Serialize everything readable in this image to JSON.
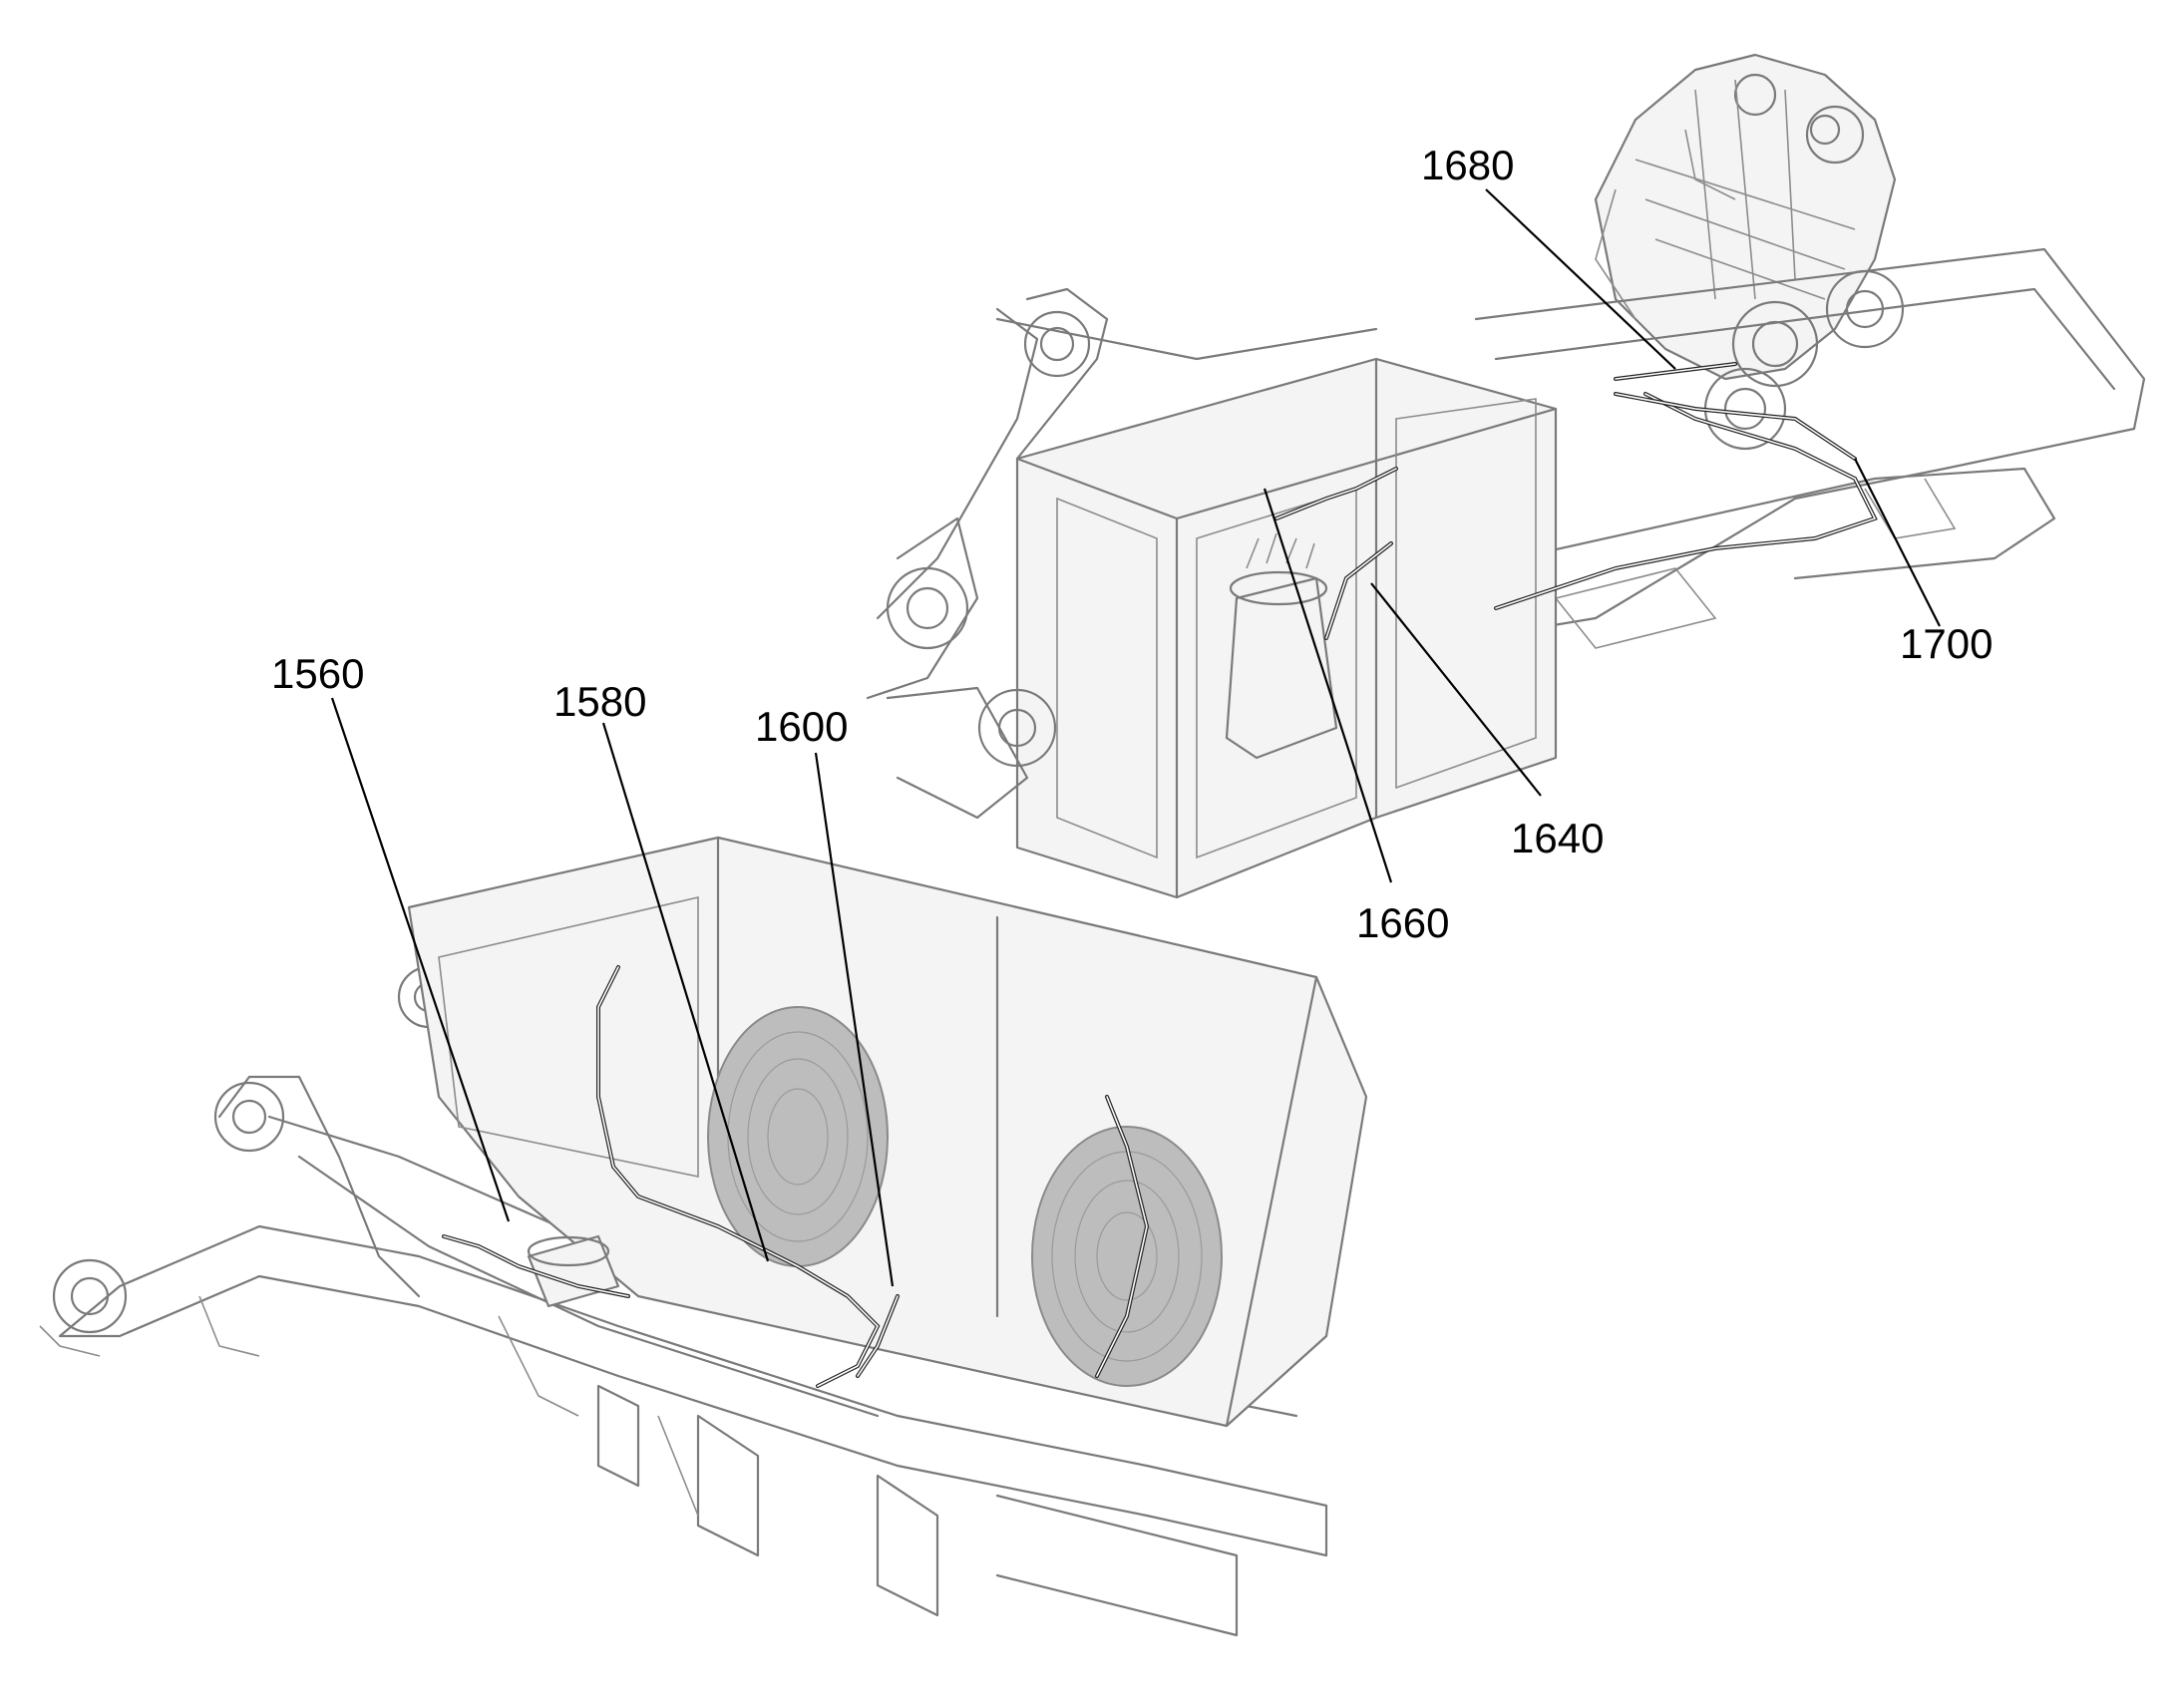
{
  "labels": [
    {
      "id": "1560",
      "text": "1560"
    },
    {
      "id": "1580",
      "text": "1580"
    },
    {
      "id": "1600",
      "text": "1600"
    },
    {
      "id": "1640",
      "text": "1640"
    },
    {
      "id": "1660",
      "text": "1660"
    },
    {
      "id": "1680",
      "text": "1680"
    },
    {
      "id": "1700",
      "text": "1700"
    }
  ],
  "colors": {
    "line_art": "#7a7a7a",
    "hose": "#222222",
    "leader": "#000000",
    "background": "#ffffff"
  }
}
